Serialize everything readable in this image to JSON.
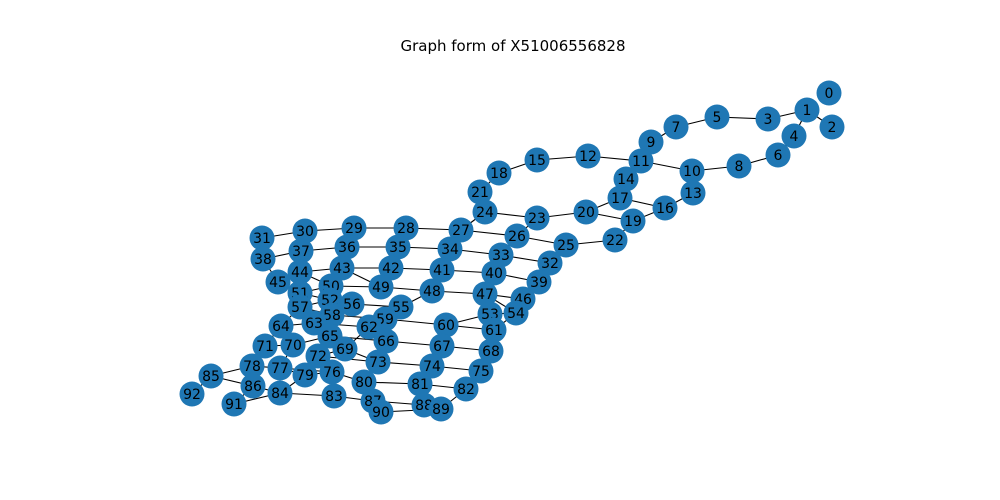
{
  "title": "Graph form of X51006556828",
  "style": {
    "node_color": "#1f77b4",
    "edge_color": "#000000",
    "label_color": "#000000"
  },
  "graph": {
    "nodes": [
      {
        "id": "0",
        "label": "0"
      },
      {
        "id": "1",
        "label": "1"
      },
      {
        "id": "2",
        "label": "2"
      },
      {
        "id": "3",
        "label": "3"
      },
      {
        "id": "4",
        "label": "4"
      },
      {
        "id": "5",
        "label": "5"
      },
      {
        "id": "6",
        "label": "6"
      },
      {
        "id": "7",
        "label": "7"
      },
      {
        "id": "8",
        "label": "8"
      },
      {
        "id": "9",
        "label": "9"
      },
      {
        "id": "10",
        "label": "10"
      },
      {
        "id": "11",
        "label": "11"
      },
      {
        "id": "12",
        "label": "12"
      },
      {
        "id": "13",
        "label": "13"
      },
      {
        "id": "14",
        "label": "14"
      },
      {
        "id": "15",
        "label": "15"
      },
      {
        "id": "16",
        "label": "16"
      },
      {
        "id": "17",
        "label": "17"
      },
      {
        "id": "18",
        "label": "18"
      },
      {
        "id": "19",
        "label": "19"
      },
      {
        "id": "20",
        "label": "20"
      },
      {
        "id": "21",
        "label": "21"
      },
      {
        "id": "22",
        "label": "22"
      },
      {
        "id": "23",
        "label": "23"
      },
      {
        "id": "24",
        "label": "24"
      },
      {
        "id": "25",
        "label": "25"
      },
      {
        "id": "26",
        "label": "26"
      },
      {
        "id": "27",
        "label": "27"
      },
      {
        "id": "28",
        "label": "28"
      },
      {
        "id": "29",
        "label": "29"
      },
      {
        "id": "30",
        "label": "30"
      },
      {
        "id": "31",
        "label": "31"
      },
      {
        "id": "32",
        "label": "32"
      },
      {
        "id": "33",
        "label": "33"
      },
      {
        "id": "34",
        "label": "34"
      },
      {
        "id": "35",
        "label": "35"
      },
      {
        "id": "36",
        "label": "36"
      },
      {
        "id": "37",
        "label": "37"
      },
      {
        "id": "38",
        "label": "38"
      },
      {
        "id": "39",
        "label": "39"
      },
      {
        "id": "40",
        "label": "40"
      },
      {
        "id": "41",
        "label": "41"
      },
      {
        "id": "42",
        "label": "42"
      },
      {
        "id": "43",
        "label": "43"
      },
      {
        "id": "44",
        "label": "44"
      },
      {
        "id": "45",
        "label": "45"
      },
      {
        "id": "46",
        "label": "46"
      },
      {
        "id": "47",
        "label": "47"
      },
      {
        "id": "48",
        "label": "48"
      },
      {
        "id": "49",
        "label": "49"
      },
      {
        "id": "50",
        "label": "50"
      },
      {
        "id": "51",
        "label": "51"
      },
      {
        "id": "52",
        "label": "52"
      },
      {
        "id": "53",
        "label": "53"
      },
      {
        "id": "54",
        "label": "54"
      },
      {
        "id": "55",
        "label": "55"
      },
      {
        "id": "56",
        "label": "56"
      },
      {
        "id": "57",
        "label": "57"
      },
      {
        "id": "58",
        "label": "58"
      },
      {
        "id": "59",
        "label": "59"
      },
      {
        "id": "60",
        "label": "60"
      },
      {
        "id": "61",
        "label": "61"
      },
      {
        "id": "62",
        "label": "62"
      },
      {
        "id": "63",
        "label": "63"
      },
      {
        "id": "64",
        "label": "64"
      },
      {
        "id": "65",
        "label": "65"
      },
      {
        "id": "66",
        "label": "66"
      },
      {
        "id": "67",
        "label": "67"
      },
      {
        "id": "68",
        "label": "68"
      },
      {
        "id": "69",
        "label": "69"
      },
      {
        "id": "70",
        "label": "70"
      },
      {
        "id": "71",
        "label": "71"
      },
      {
        "id": "72",
        "label": "72"
      },
      {
        "id": "73",
        "label": "73"
      },
      {
        "id": "74",
        "label": "74"
      },
      {
        "id": "75",
        "label": "75"
      },
      {
        "id": "76",
        "label": "76"
      },
      {
        "id": "77",
        "label": "77"
      },
      {
        "id": "78",
        "label": "78"
      },
      {
        "id": "79",
        "label": "79"
      },
      {
        "id": "80",
        "label": "80"
      },
      {
        "id": "81",
        "label": "81"
      },
      {
        "id": "82",
        "label": "82"
      },
      {
        "id": "83",
        "label": "83"
      },
      {
        "id": "84",
        "label": "84"
      },
      {
        "id": "85",
        "label": "85"
      },
      {
        "id": "86",
        "label": "86"
      },
      {
        "id": "87",
        "label": "87"
      },
      {
        "id": "88",
        "label": "88"
      },
      {
        "id": "89",
        "label": "89"
      },
      {
        "id": "90",
        "label": "90"
      },
      {
        "id": "91",
        "label": "91"
      },
      {
        "id": "92",
        "label": "92"
      }
    ],
    "edges": [
      [
        "1",
        "2"
      ],
      [
        "1",
        "3"
      ],
      [
        "1",
        "4"
      ],
      [
        "3",
        "5"
      ],
      [
        "5",
        "7"
      ],
      [
        "7",
        "9"
      ],
      [
        "9",
        "11"
      ],
      [
        "11",
        "12"
      ],
      [
        "12",
        "15"
      ],
      [
        "15",
        "18"
      ],
      [
        "18",
        "21"
      ],
      [
        "21",
        "24"
      ],
      [
        "4",
        "6"
      ],
      [
        "6",
        "8"
      ],
      [
        "8",
        "10"
      ],
      [
        "10",
        "11"
      ],
      [
        "10",
        "13"
      ],
      [
        "13",
        "16"
      ],
      [
        "16",
        "19"
      ],
      [
        "16",
        "17"
      ],
      [
        "17",
        "14"
      ],
      [
        "14",
        "11"
      ],
      [
        "17",
        "20"
      ],
      [
        "19",
        "20"
      ],
      [
        "19",
        "22"
      ],
      [
        "20",
        "23"
      ],
      [
        "23",
        "24"
      ],
      [
        "23",
        "26"
      ],
      [
        "24",
        "27"
      ],
      [
        "22",
        "25"
      ],
      [
        "25",
        "26"
      ],
      [
        "25",
        "32"
      ],
      [
        "26",
        "27"
      ],
      [
        "26",
        "33"
      ],
      [
        "27",
        "28"
      ],
      [
        "28",
        "29"
      ],
      [
        "29",
        "30"
      ],
      [
        "30",
        "31"
      ],
      [
        "30",
        "37"
      ],
      [
        "31",
        "38"
      ],
      [
        "37",
        "38"
      ],
      [
        "27",
        "34"
      ],
      [
        "34",
        "35"
      ],
      [
        "35",
        "36"
      ],
      [
        "36",
        "37"
      ],
      [
        "36",
        "43"
      ],
      [
        "37",
        "44"
      ],
      [
        "38",
        "45"
      ],
      [
        "35",
        "42"
      ],
      [
        "33",
        "32"
      ],
      [
        "33",
        "34"
      ],
      [
        "33",
        "40"
      ],
      [
        "32",
        "39"
      ],
      [
        "39",
        "40"
      ],
      [
        "39",
        "46"
      ],
      [
        "40",
        "41"
      ],
      [
        "41",
        "42"
      ],
      [
        "42",
        "43"
      ],
      [
        "43",
        "44"
      ],
      [
        "44",
        "45"
      ],
      [
        "41",
        "48"
      ],
      [
        "40",
        "47"
      ],
      [
        "45",
        "51"
      ],
      [
        "44",
        "50"
      ],
      [
        "43",
        "49"
      ],
      [
        "42",
        "49"
      ],
      [
        "47",
        "48"
      ],
      [
        "48",
        "49"
      ],
      [
        "49",
        "50"
      ],
      [
        "50",
        "51"
      ],
      [
        "50",
        "52"
      ],
      [
        "51",
        "52"
      ],
      [
        "51",
        "57"
      ],
      [
        "52",
        "56"
      ],
      [
        "52",
        "57"
      ],
      [
        "56",
        "55"
      ],
      [
        "56",
        "58"
      ],
      [
        "55",
        "48"
      ],
      [
        "55",
        "59"
      ],
      [
        "47",
        "53"
      ],
      [
        "47",
        "54"
      ],
      [
        "46",
        "47"
      ],
      [
        "46",
        "54"
      ],
      [
        "53",
        "54"
      ],
      [
        "53",
        "60"
      ],
      [
        "54",
        "61"
      ],
      [
        "60",
        "61"
      ],
      [
        "60",
        "59"
      ],
      [
        "60",
        "67"
      ],
      [
        "61",
        "68"
      ],
      [
        "57",
        "58"
      ],
      [
        "57",
        "64"
      ],
      [
        "58",
        "59"
      ],
      [
        "58",
        "63"
      ],
      [
        "59",
        "62"
      ],
      [
        "62",
        "63"
      ],
      [
        "62",
        "66"
      ],
      [
        "62",
        "69"
      ],
      [
        "63",
        "64"
      ],
      [
        "63",
        "65"
      ],
      [
        "64",
        "70"
      ],
      [
        "64",
        "71"
      ],
      [
        "65",
        "66"
      ],
      [
        "65",
        "70"
      ],
      [
        "65",
        "72"
      ],
      [
        "66",
        "67"
      ],
      [
        "66",
        "73"
      ],
      [
        "67",
        "68"
      ],
      [
        "67",
        "74"
      ],
      [
        "68",
        "75"
      ],
      [
        "69",
        "73"
      ],
      [
        "69",
        "72"
      ],
      [
        "70",
        "71"
      ],
      [
        "70",
        "77"
      ],
      [
        "71",
        "78"
      ],
      [
        "72",
        "73"
      ],
      [
        "72",
        "76"
      ],
      [
        "73",
        "74"
      ],
      [
        "74",
        "75"
      ],
      [
        "74",
        "81"
      ],
      [
        "75",
        "82"
      ],
      [
        "76",
        "77"
      ],
      [
        "76",
        "80"
      ],
      [
        "76",
        "79"
      ],
      [
        "77",
        "78"
      ],
      [
        "77",
        "79"
      ],
      [
        "78",
        "85"
      ],
      [
        "78",
        "86"
      ],
      [
        "79",
        "84"
      ],
      [
        "80",
        "81"
      ],
      [
        "80",
        "87"
      ],
      [
        "81",
        "82"
      ],
      [
        "81",
        "88"
      ],
      [
        "82",
        "89"
      ],
      [
        "83",
        "84"
      ],
      [
        "83",
        "87"
      ],
      [
        "84",
        "86"
      ],
      [
        "84",
        "91"
      ],
      [
        "85",
        "86"
      ],
      [
        "85",
        "92"
      ],
      [
        "86",
        "91"
      ],
      [
        "87",
        "88"
      ],
      [
        "87",
        "90"
      ],
      [
        "88",
        "89"
      ],
      [
        "89",
        "90"
      ]
    ]
  }
}
